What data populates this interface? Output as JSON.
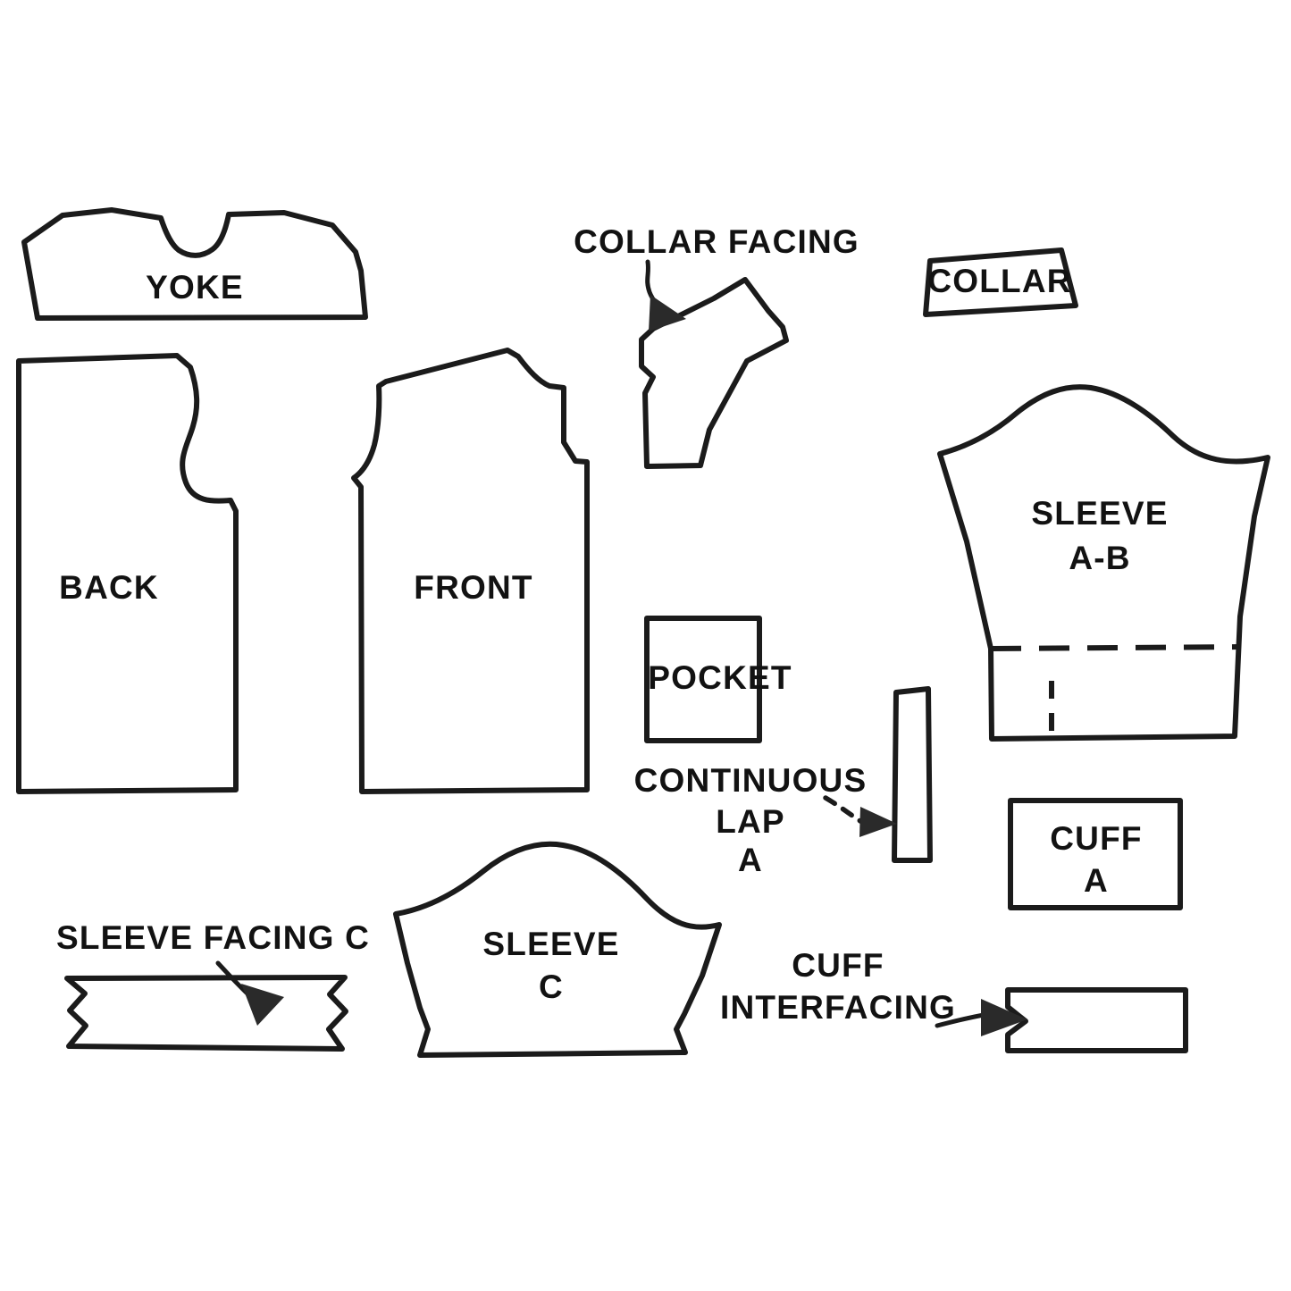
{
  "document": {
    "title": "Sewing Pattern Piece Layout Diagram",
    "type": "line-drawing",
    "background_color": "#ffffff",
    "ink_color": "#1b1b1b"
  },
  "pieces": [
    {
      "id": "yoke",
      "label": "YOKE",
      "label_line_2": ""
    },
    {
      "id": "back",
      "label": "BACK",
      "label_line_2": ""
    },
    {
      "id": "front",
      "label": "FRONT",
      "label_line_2": ""
    },
    {
      "id": "collar",
      "label": "COLLAR",
      "label_line_2": ""
    },
    {
      "id": "pocket",
      "label": "POCKET",
      "label_line_2": ""
    },
    {
      "id": "sleeve-ab",
      "label": "SLEEVE",
      "label_line_2": "A-B"
    },
    {
      "id": "sleeve-c",
      "label": "SLEEVE",
      "label_line_2": "C"
    },
    {
      "id": "cuff-a",
      "label": "CUFF",
      "label_line_2": "A"
    }
  ],
  "callouts": [
    {
      "id": "collar-facing",
      "label": "COLLAR  FACING",
      "label_line_2": "",
      "label_line_3": ""
    },
    {
      "id": "continuous-lap-a",
      "label": "CONTINUOUS",
      "label_line_2": "LAP",
      "label_line_3": "A"
    },
    {
      "id": "sleeve-facing-c",
      "label": "SLEEVE  FACING  C",
      "label_line_2": "",
      "label_line_3": ""
    },
    {
      "id": "cuff-interfacing",
      "label": "CUFF",
      "label_line_2": "INTERFACING",
      "label_line_3": ""
    }
  ],
  "markings": {
    "sleeve_ab_foldline": "horizontal-dashed-fold-line",
    "sleeve_ab_placket_slash": "short-vertical-dashed-line"
  }
}
